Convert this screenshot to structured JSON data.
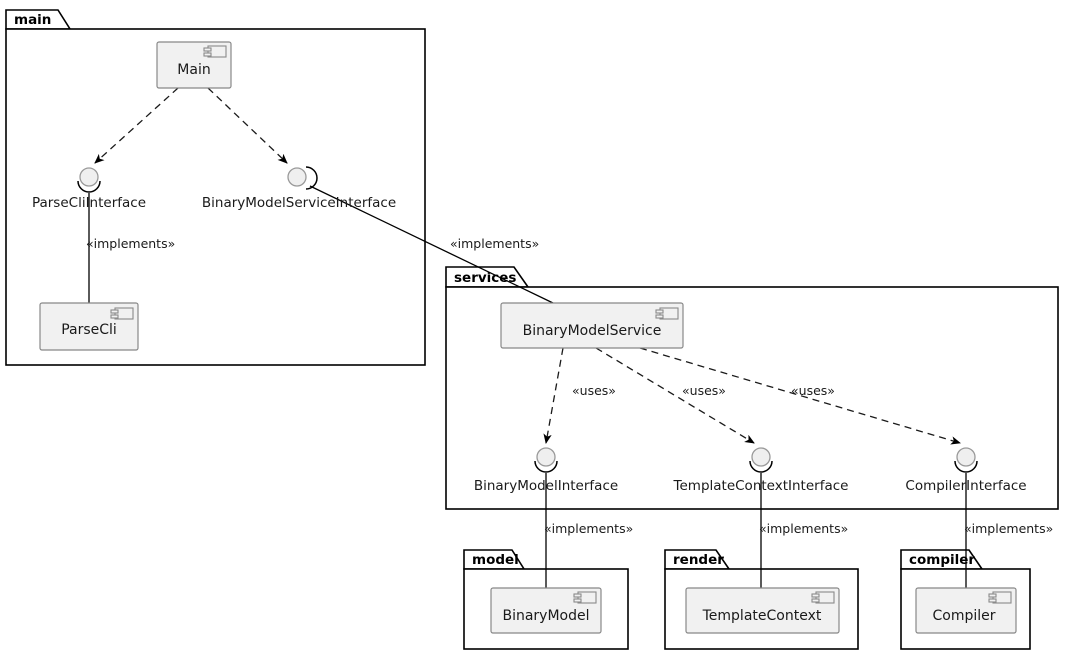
{
  "diagram": {
    "title": "UML Component Diagram",
    "type": "component-diagram",
    "colors": {
      "component_fill": "#f1f1f1",
      "component_stroke": "#888888",
      "package_fill": "#ffffff",
      "package_stroke": "#000000",
      "interface_fill": "#efefef",
      "line": "#1a1a1a"
    }
  },
  "packages": [
    {
      "id": "main",
      "label": "main"
    },
    {
      "id": "services",
      "label": "services"
    },
    {
      "id": "model",
      "label": "model"
    },
    {
      "id": "render",
      "label": "render"
    },
    {
      "id": "compiler",
      "label": "compiler"
    }
  ],
  "components": [
    {
      "id": "Main",
      "label": "Main",
      "package": "main"
    },
    {
      "id": "ParseCli",
      "label": "ParseCli",
      "package": "main"
    },
    {
      "id": "BinaryModelService",
      "label": "BinaryModelService",
      "package": "services"
    },
    {
      "id": "BinaryModel",
      "label": "BinaryModel",
      "package": "model"
    },
    {
      "id": "TemplateContext",
      "label": "TemplateContext",
      "package": "render"
    },
    {
      "id": "Compiler",
      "label": "Compiler",
      "package": "compiler"
    }
  ],
  "interfaces": [
    {
      "id": "ParseCliInterface",
      "label": "ParseCliInterface",
      "package": "main"
    },
    {
      "id": "BinaryModelServiceInterface",
      "label": "BinaryModelServiceInterface",
      "package": "main"
    },
    {
      "id": "BinaryModelInterface",
      "label": "BinaryModelInterface",
      "package": "services"
    },
    {
      "id": "TemplateContextInterface",
      "label": "TemplateContextInterface",
      "package": "services"
    },
    {
      "id": "CompilerInterface",
      "label": "CompilerInterface",
      "package": "services"
    }
  ],
  "edges": [
    {
      "id": "e1",
      "from": "Main",
      "to": "ParseCliInterface",
      "style": "dashed-arrow",
      "label": ""
    },
    {
      "id": "e2",
      "from": "Main",
      "to": "BinaryModelServiceInterface",
      "style": "dashed-arrow",
      "label": ""
    },
    {
      "id": "e3",
      "from": "ParseCliInterface",
      "to": "ParseCli",
      "style": "solid",
      "label": "«implements»"
    },
    {
      "id": "e4",
      "from": "BinaryModelServiceInterface",
      "to": "BinaryModelService",
      "style": "solid",
      "label": "«implements»"
    },
    {
      "id": "e5",
      "from": "BinaryModelService",
      "to": "BinaryModelInterface",
      "style": "dashed-arrow",
      "label": "«uses»"
    },
    {
      "id": "e6",
      "from": "BinaryModelService",
      "to": "TemplateContextInterface",
      "style": "dashed-arrow",
      "label": "«uses»"
    },
    {
      "id": "e7",
      "from": "BinaryModelService",
      "to": "CompilerInterface",
      "style": "dashed-arrow",
      "label": "«uses»"
    },
    {
      "id": "e8",
      "from": "BinaryModelInterface",
      "to": "BinaryModel",
      "style": "solid",
      "label": "«implements»"
    },
    {
      "id": "e9",
      "from": "TemplateContextInterface",
      "to": "TemplateContext",
      "style": "solid",
      "label": "«implements»"
    },
    {
      "id": "e10",
      "from": "CompilerInterface",
      "to": "Compiler",
      "style": "solid",
      "label": "«implements»"
    }
  ],
  "labels": {
    "implements_top_left": "«implements»",
    "implements_mid": "«implements»",
    "implements_model": "«implements»",
    "implements_render": "«implements»",
    "implements_compiler": "«implements»",
    "uses_binarymodel": "«uses»",
    "uses_templatecontext": "«uses»",
    "uses_compiler": "«uses»"
  }
}
